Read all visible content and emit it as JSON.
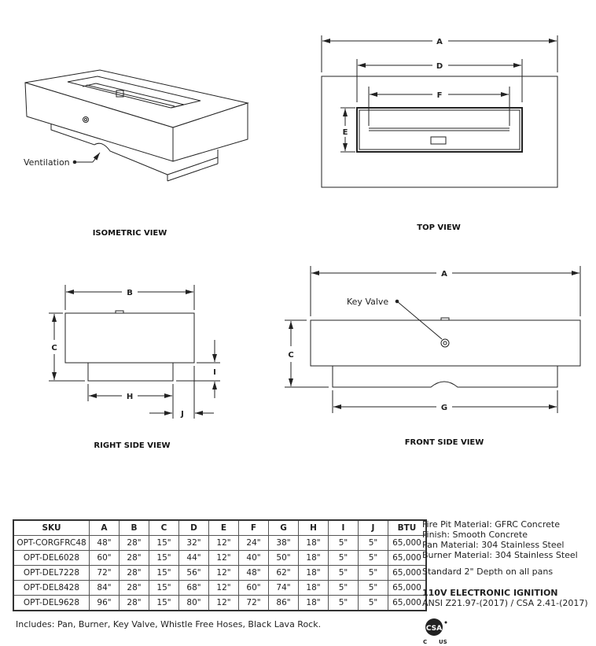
{
  "isometric": {
    "label": "ISOMETRIC VIEW",
    "callout": "Ventilation"
  },
  "top_view": {
    "label": "TOP VIEW",
    "dims": {
      "a": "A",
      "d": "D",
      "f": "F",
      "e": "E"
    }
  },
  "right_side_view": {
    "label": "RIGHT SIDE VIEW",
    "dims": {
      "b": "B",
      "c": "C",
      "h": "H",
      "i": "I",
      "j": "J"
    }
  },
  "front_side_view": {
    "label": "FRONT SIDE VIEW",
    "callout": "Key Valve",
    "dims": {
      "a": "A",
      "c": "C",
      "g": "G"
    }
  },
  "table": {
    "headers": [
      "SKU",
      "A",
      "B",
      "C",
      "D",
      "E",
      "F",
      "G",
      "H",
      "I",
      "J",
      "BTU"
    ],
    "rows": [
      [
        "OPT-CORGFRC48",
        "48\"",
        "28\"",
        "15\"",
        "32\"",
        "12\"",
        "24\"",
        "38\"",
        "18\"",
        "5\"",
        "5\"",
        "65,000"
      ],
      [
        "OPT-DEL6028",
        "60\"",
        "28\"",
        "15\"",
        "44\"",
        "12\"",
        "40\"",
        "50\"",
        "18\"",
        "5\"",
        "5\"",
        "65,000"
      ],
      [
        "OPT-DEL7228",
        "72\"",
        "28\"",
        "15\"",
        "56\"",
        "12\"",
        "48\"",
        "62\"",
        "18\"",
        "5\"",
        "5\"",
        "65,000"
      ],
      [
        "OPT-DEL8428",
        "84\"",
        "28\"",
        "15\"",
        "68\"",
        "12\"",
        "60\"",
        "74\"",
        "18\"",
        "5\"",
        "5\"",
        "65,000"
      ],
      [
        "OPT-DEL9628",
        "96\"",
        "28\"",
        "15\"",
        "80\"",
        "12\"",
        "72\"",
        "86\"",
        "18\"",
        "5\"",
        "5\"",
        "65,000"
      ]
    ]
  },
  "notes": {
    "materials": [
      "Fire Pit Material: GFRC Concrete",
      "Finish: Smooth Concrete",
      "Pan Material: 304 Stainless Steel",
      "Burner Material: 304 Stainless Steel"
    ],
    "depth": "Standard 2\" Depth on all pans",
    "ignition": "110V ELECTRONIC IGNITION",
    "standards": "ANSI Z21.97-(2017) / CSA 2.41-(2017)"
  },
  "certification": {
    "logo": "CSA",
    "c": "C",
    "us": "US"
  },
  "includes": "Includes: Pan, Burner, Key Valve, Whistle Free Hoses, Black Lava Rock."
}
